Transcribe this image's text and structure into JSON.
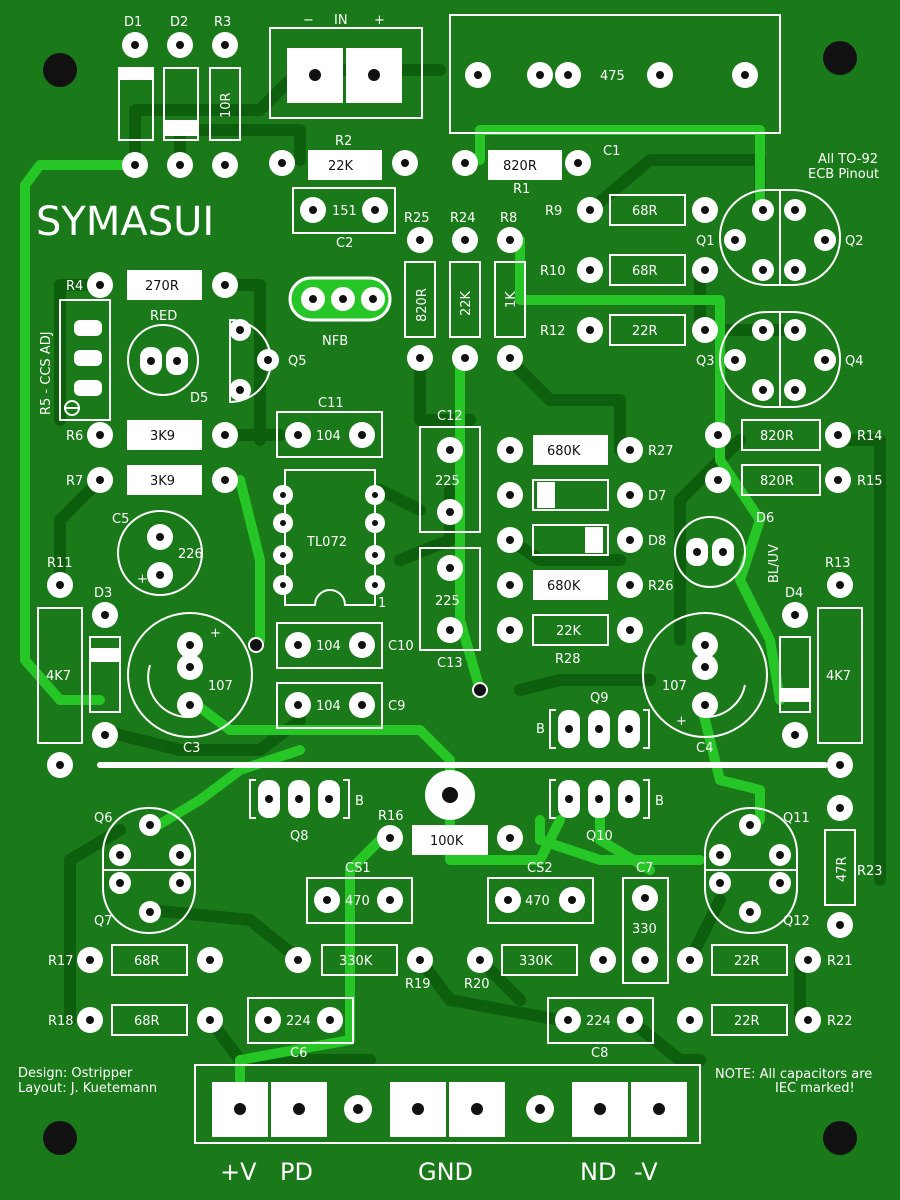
{
  "board": {
    "title": "SYMASUI",
    "input_label": "IN",
    "input_minus": "−",
    "input_plus": "+",
    "nfb_label": "NFB",
    "ccs_label": "R5 - CCS ADJ",
    "red_label": "RED",
    "blue_label": "BL/UV",
    "note_to92": [
      "All TO-92",
      "ECB Pinout"
    ],
    "note_caps": [
      "NOTE: All capacitors are",
      "IEC marked!"
    ],
    "credits": [
      "Design: Ostripper",
      "Layout: J. Kuetemann"
    ],
    "ic_label": "TL072",
    "power_labels": {
      "vplus": "+V",
      "pd": "PD",
      "gnd": "GND",
      "nd": "ND",
      "vminus": "-V"
    },
    "pot_value": "475",
    "one_label": "1",
    "b_label": "B"
  },
  "components": {
    "D1": "D1",
    "D2": "D2",
    "D3": "D3",
    "D4": "D4",
    "D5": "D5",
    "D6": "D6",
    "D7": "D7",
    "D8": "D8",
    "R1": {
      "ref": "R1",
      "value": "820R"
    },
    "R2": {
      "ref": "R2",
      "value": "22K"
    },
    "R3": {
      "ref": "R3",
      "value": "10R"
    },
    "R4": {
      "ref": "R4",
      "value": "270R"
    },
    "R6": {
      "ref": "R6",
      "value": "3K9"
    },
    "R7": {
      "ref": "R7",
      "value": "3K9"
    },
    "R8": {
      "ref": "R8",
      "value": "1K"
    },
    "R9": {
      "ref": "R9",
      "value": "68R"
    },
    "R10": {
      "ref": "R10",
      "value": "68R"
    },
    "R11": {
      "ref": "R11",
      "value": "4K7"
    },
    "R12": {
      "ref": "R12",
      "value": "22R"
    },
    "R13": {
      "ref": "R13",
      "value": "4K7"
    },
    "R14": {
      "ref": "R14",
      "value": "820R"
    },
    "R15": {
      "ref": "R15",
      "value": "820R"
    },
    "R16": {
      "ref": "R16",
      "value": "100K"
    },
    "R17": {
      "ref": "R17",
      "value": "68R"
    },
    "R18": {
      "ref": "R18",
      "value": "68R"
    },
    "R19": {
      "ref": "R19",
      "value": "330K"
    },
    "R20": {
      "ref": "R20",
      "value": "330K"
    },
    "R21": {
      "ref": "R21",
      "value": "22R"
    },
    "R22": {
      "ref": "R22",
      "value": "22R"
    },
    "R23": {
      "ref": "R23",
      "value": "47R"
    },
    "R24": {
      "ref": "R24",
      "value": "22K"
    },
    "R25": {
      "ref": "R25",
      "value": "820R"
    },
    "R26": {
      "ref": "R26",
      "value": "680K"
    },
    "R27": {
      "ref": "R27",
      "value": "680K"
    },
    "R28": {
      "ref": "R28",
      "value": "22K"
    },
    "C1": "C1",
    "C2": {
      "ref": "C2",
      "value": "151"
    },
    "C3": {
      "ref": "C3",
      "value": "107"
    },
    "C4": {
      "ref": "C4",
      "value": "107"
    },
    "C5": {
      "ref": "C5",
      "value": "226"
    },
    "C6": {
      "ref": "C6",
      "value": "224"
    },
    "C7": {
      "ref": "C7",
      "value": "330"
    },
    "C8": {
      "ref": "C8",
      "value": "224"
    },
    "C9": {
      "ref": "C9",
      "value": "104"
    },
    "C10": {
      "ref": "C10",
      "value": "104"
    },
    "C11": {
      "ref": "C11",
      "value": "104"
    },
    "C12": {
      "ref": "C12",
      "value": "225"
    },
    "C13": {
      "ref": "C13",
      "value": "225"
    },
    "CS1": {
      "ref": "CS1",
      "value": "470"
    },
    "CS2": {
      "ref": "CS2",
      "value": "470"
    },
    "Q1": "Q1",
    "Q2": "Q2",
    "Q3": "Q3",
    "Q4": "Q4",
    "Q5": "Q5",
    "Q6": "Q6",
    "Q7": "Q7",
    "Q8": "Q8",
    "Q9": "Q9",
    "Q10": "Q10",
    "Q11": "Q11",
    "Q12": "Q12"
  },
  "colors": {
    "board": "#1a7a1a",
    "trace_top": "#0d5e0d",
    "trace_bottom": "#27c627",
    "silk": "#ffffff"
  }
}
